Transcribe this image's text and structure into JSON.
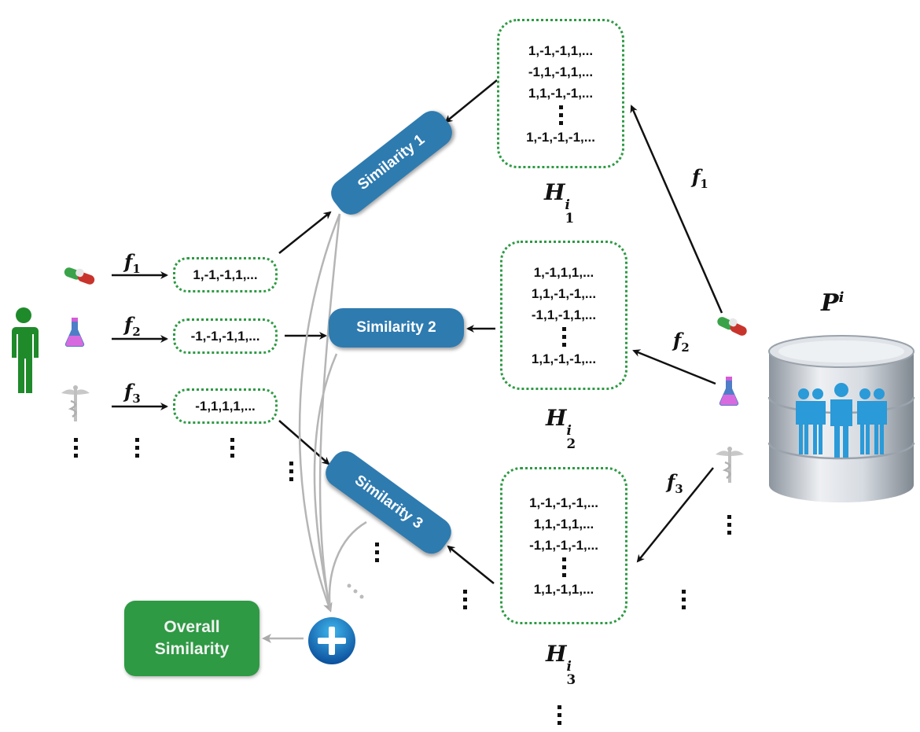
{
  "query_patient": {
    "features": [
      {
        "icon": "pill-icon",
        "label_base": "f",
        "label_sub": "1",
        "code": "1,-1,-1,1,..."
      },
      {
        "icon": "flask-icon",
        "label_base": "f",
        "label_sub": "2",
        "code": "-1,-1,-1,1,..."
      },
      {
        "icon": "caduceus-icon",
        "label_base": "f",
        "label_sub": "3",
        "code": "-1,1,1,1,..."
      }
    ]
  },
  "similarity_nodes": [
    {
      "label": "Similarity 1"
    },
    {
      "label": "Similarity 2"
    },
    {
      "label": "Similarity 3"
    }
  ],
  "hash_tables": [
    {
      "name_base": "H",
      "name_sub": "1",
      "name_sup": "i",
      "rows": [
        "1,-1,-1,1,...",
        "-1,1,-1,1,...",
        "1,1,-1,-1,..."
      ],
      "last_row": "1,-1,-1,-1,..."
    },
    {
      "name_base": "H",
      "name_sub": "2",
      "name_sup": "i",
      "rows": [
        "1,-1,1,1,...",
        "1,1,-1,-1,...",
        "-1,1,-1,1,..."
      ],
      "last_row": "1,1,-1,-1,..."
    },
    {
      "name_base": "H",
      "name_sub": "3",
      "name_sup": "i",
      "rows": [
        "1,-1,-1,-1,...",
        "1,1,-1,1,...",
        "-1,1,-1,-1,..."
      ],
      "last_row": "1,1,-1,1,..."
    }
  ],
  "database": {
    "name_base": "P",
    "name_sup": "i",
    "features": [
      {
        "icon": "pill-icon",
        "label_base": "f",
        "label_sub": "1"
      },
      {
        "icon": "flask-icon",
        "label_base": "f",
        "label_sub": "2"
      },
      {
        "icon": "caduceus-icon",
        "label_base": "f",
        "label_sub": "3"
      }
    ]
  },
  "aggregator": {
    "icon": "plus-circle-icon"
  },
  "output": {
    "line1": "Overall",
    "line2": "Similarity"
  },
  "colors": {
    "similarity_blue": "#2e7bb0",
    "overall_green": "#2e9a44",
    "dotted_border_green": "#2e9a44",
    "patient_green": "#1e8a2a",
    "people_blue": "#2a9ad8"
  }
}
